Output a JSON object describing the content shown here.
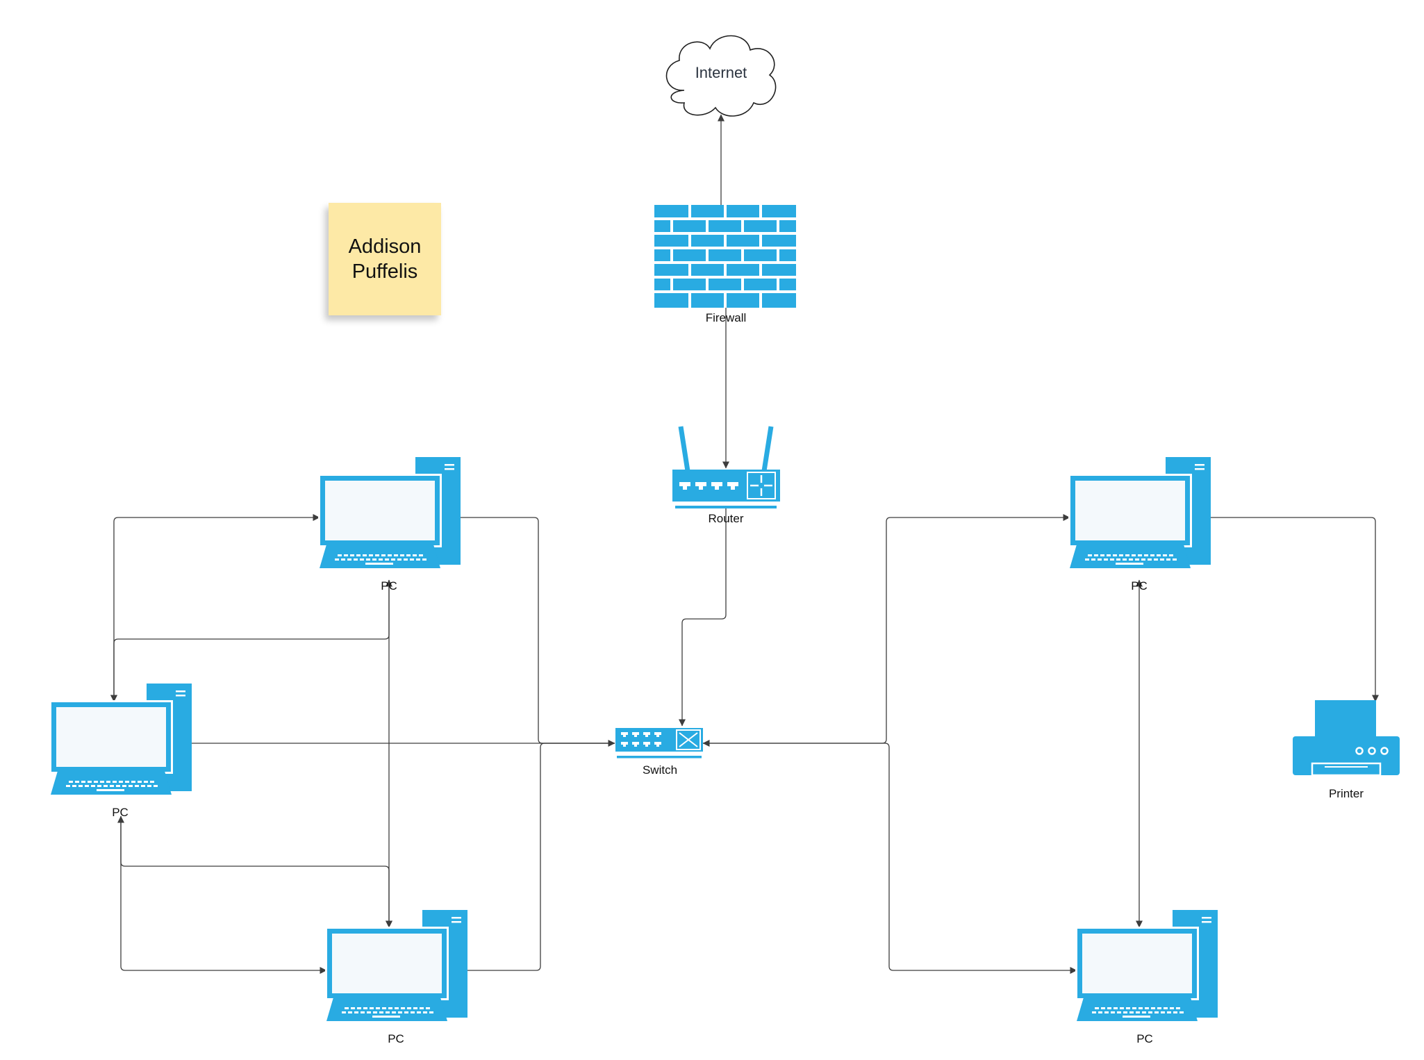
{
  "diagram": {
    "colors": {
      "device": "#29abe2",
      "screen": "#f4f9fc",
      "connector": "#3d3d3d",
      "note": "#fde9a6"
    },
    "note": {
      "line1": "Addison",
      "line2": "Puffelis"
    },
    "labels": {
      "internet": "Internet",
      "firewall": "Firewall",
      "router": "Router",
      "switch": "Switch",
      "pc_top_left": "PC",
      "pc_mid_left": "PC",
      "pc_bottom_left": "PC",
      "pc_top_right": "PC",
      "pc_bottom_right": "PC",
      "printer": "Printer"
    },
    "icons": {
      "internet": "cloud-icon",
      "firewall": "brick-wall-icon",
      "router": "router-icon",
      "switch": "network-switch-icon",
      "pc": "desktop-computer-icon",
      "printer": "printer-icon"
    }
  }
}
